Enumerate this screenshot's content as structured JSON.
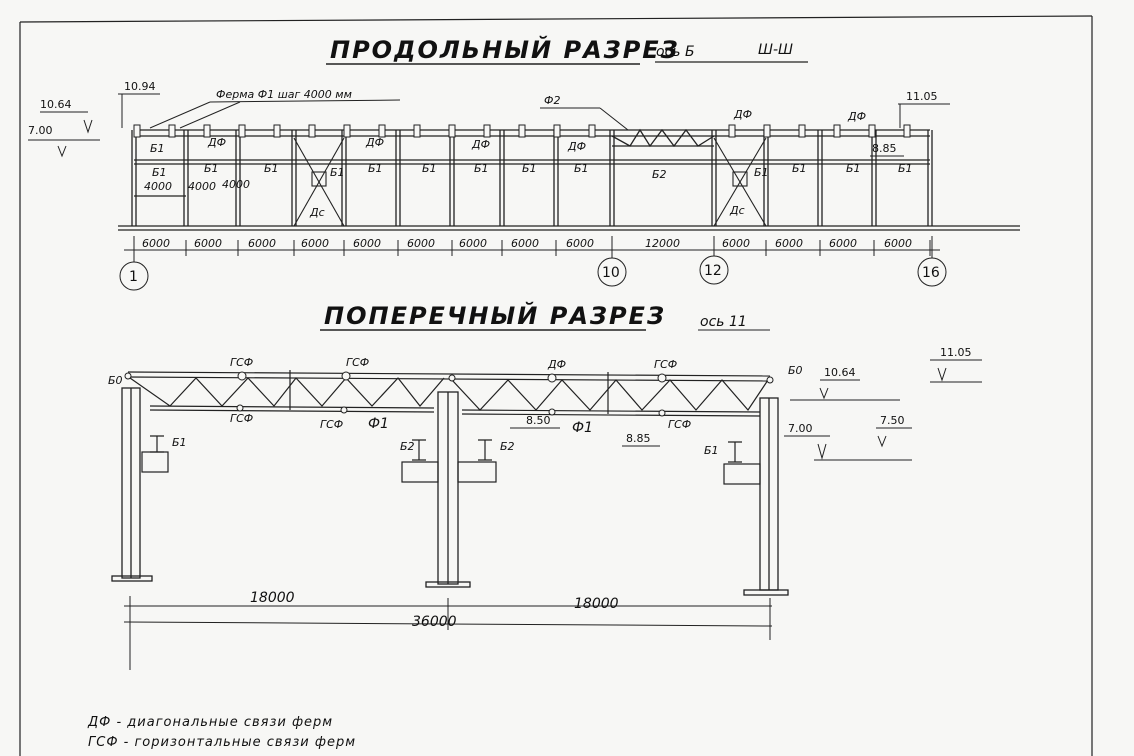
{
  "long_section": {
    "title": "ПРОДОЛЬНЫЙ РАЗРЕЗ",
    "axis_label": "ось Б",
    "section_mark": "Ш-Ш",
    "truss_note": "Ферма Ф1 шаг 4000 мм",
    "elevations": {
      "left_top": "10.94",
      "left_mid": "10.64",
      "left_low": "7.00",
      "right_top": "11.05",
      "right_low": "8.85"
    },
    "labels": {
      "b1": "Б1",
      "b2": "Б2",
      "df": "ДФ",
      "dc": "Дс",
      "f2": "Ф2",
      "h4000": "4000"
    },
    "spans": [
      "6000",
      "6000",
      "6000",
      "6000",
      "6000",
      "6000",
      "6000",
      "6000",
      "6000",
      "12000",
      "6000",
      "6000",
      "6000",
      "6000"
    ],
    "axes": [
      "1",
      "10",
      "12",
      "16"
    ]
  },
  "cross_section": {
    "title": "ПОПЕРЕЧНЫЙ РАЗРЕЗ",
    "axis_label": "ось 11",
    "labels": {
      "gsf": "ГСФ",
      "df": "ДФ",
      "f1": "Ф1",
      "b1": "Б1",
      "b2": "Б2",
      "b0": "Б0"
    },
    "elevations": {
      "top": "11.05",
      "e1064": "10.64",
      "e750": "7.50",
      "e700": "7.00",
      "e850": "8.50",
      "e885": "8.85"
    },
    "spans": {
      "left": "18000",
      "right": "18000",
      "total": "36000"
    }
  },
  "legend": [
    "ДФ - диагональные связи ферм",
    "ГСФ - горизонтальные связи ферм"
  ]
}
